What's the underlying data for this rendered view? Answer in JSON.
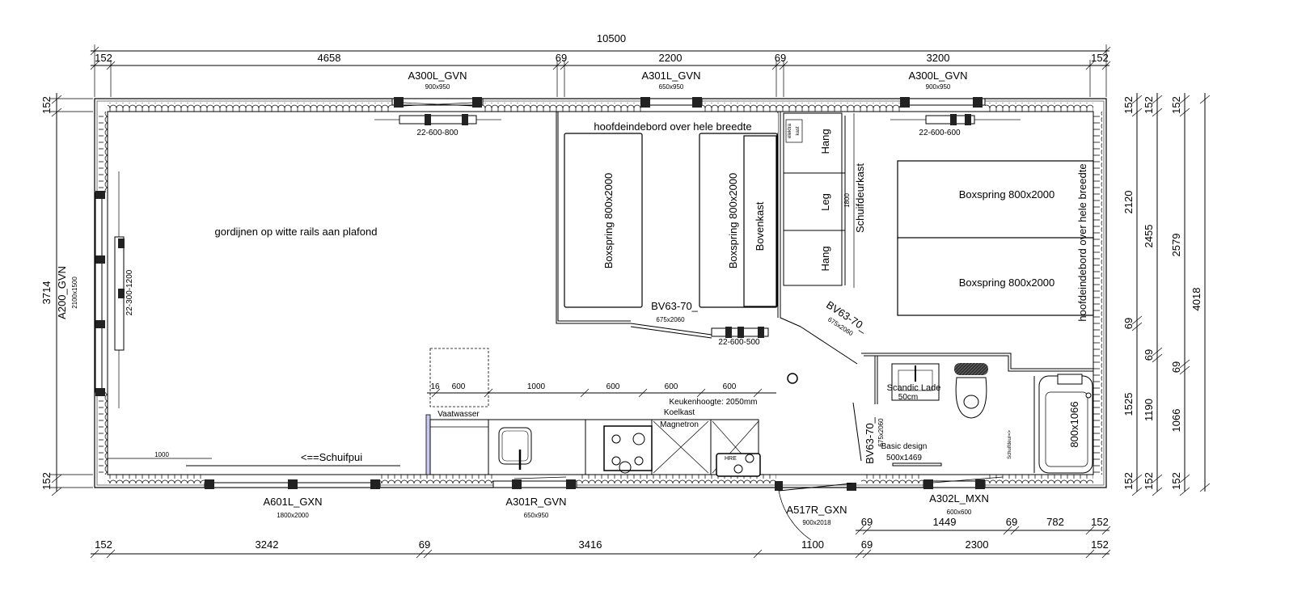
{
  "dimensions": {
    "top": {
      "total": "10500",
      "segments": [
        "152",
        "4658",
        "69",
        "2200",
        "69",
        "3200",
        "152"
      ]
    },
    "bottom": {
      "row1": [
        "69",
        "1449",
        "69",
        "782",
        "152"
      ],
      "row2": [
        "152",
        "3242",
        "69",
        "3416",
        "1100",
        "69",
        "2300",
        "152"
      ]
    },
    "left": [
      "152",
      "3714",
      "152"
    ],
    "right": {
      "col1": [
        "152",
        "2120",
        "69",
        "1525",
        "152"
      ],
      "col2": [
        "152",
        "2455",
        "69",
        "1190",
        "152"
      ],
      "col3": [
        "152",
        "2579",
        "69",
        "1066",
        "152"
      ],
      "total": "4018"
    },
    "kitchen": [
      "16",
      "600",
      "1000",
      "600",
      "600",
      "600"
    ],
    "sliding_door_width": "1000",
    "wardrobe_height": "1800"
  },
  "openings": [
    {
      "code": "A300L_GVN",
      "size": "900x950"
    },
    {
      "code": "A301L_GVN",
      "size": "650x950"
    },
    {
      "code": "A300L_GVN",
      "size": "900x950"
    },
    {
      "code": "A200_GVN",
      "size": "2100x1500"
    },
    {
      "code": "A601L_GXN",
      "size": "1800x2000"
    },
    {
      "code": "A301R_GVN",
      "size": "650x950"
    },
    {
      "code": "A517R_GXN",
      "size": "900x2018"
    },
    {
      "code": "A302L_MXN",
      "size": "600x600"
    },
    {
      "code": "BV63-70_",
      "size": "675x2060"
    },
    {
      "code": "BV63-70_",
      "size": "675x2060"
    },
    {
      "code": "BV63-70_",
      "size": "675x2060"
    }
  ],
  "radiators": [
    "22-600-800",
    "22-600-600",
    "22-300-1200",
    "22-600-500"
  ],
  "labels": {
    "curtains": "gordijnen op witte rails aan plafond",
    "headboard": "hoofdeindebord over hele breedte",
    "headboard_right": "hoofdeindebord over hele breedte",
    "boxspring": "Boxspring 800x2000",
    "bovenkast": "Bovenkast",
    "hang": "Hang",
    "leg": "Leg",
    "elektra": "elektra",
    "kast": "kast",
    "schuifdeurkast": "Schuifdeurkast",
    "scandic": "Scandic Lade",
    "scandic_size": "50cm",
    "basic_design": "Basic design",
    "basic_size": "500x1469",
    "bath": "800x1066",
    "schuifdeur": "Schuifdeur=>",
    "keukenhoogte": "Keukenhoogte: 2050mm",
    "vaatwasser": "Vaatwasser",
    "koelkast": "Koelkast",
    "magnetron": "Magnetron",
    "hre": "HRE",
    "schuifpui": "<==Schuifpui"
  }
}
